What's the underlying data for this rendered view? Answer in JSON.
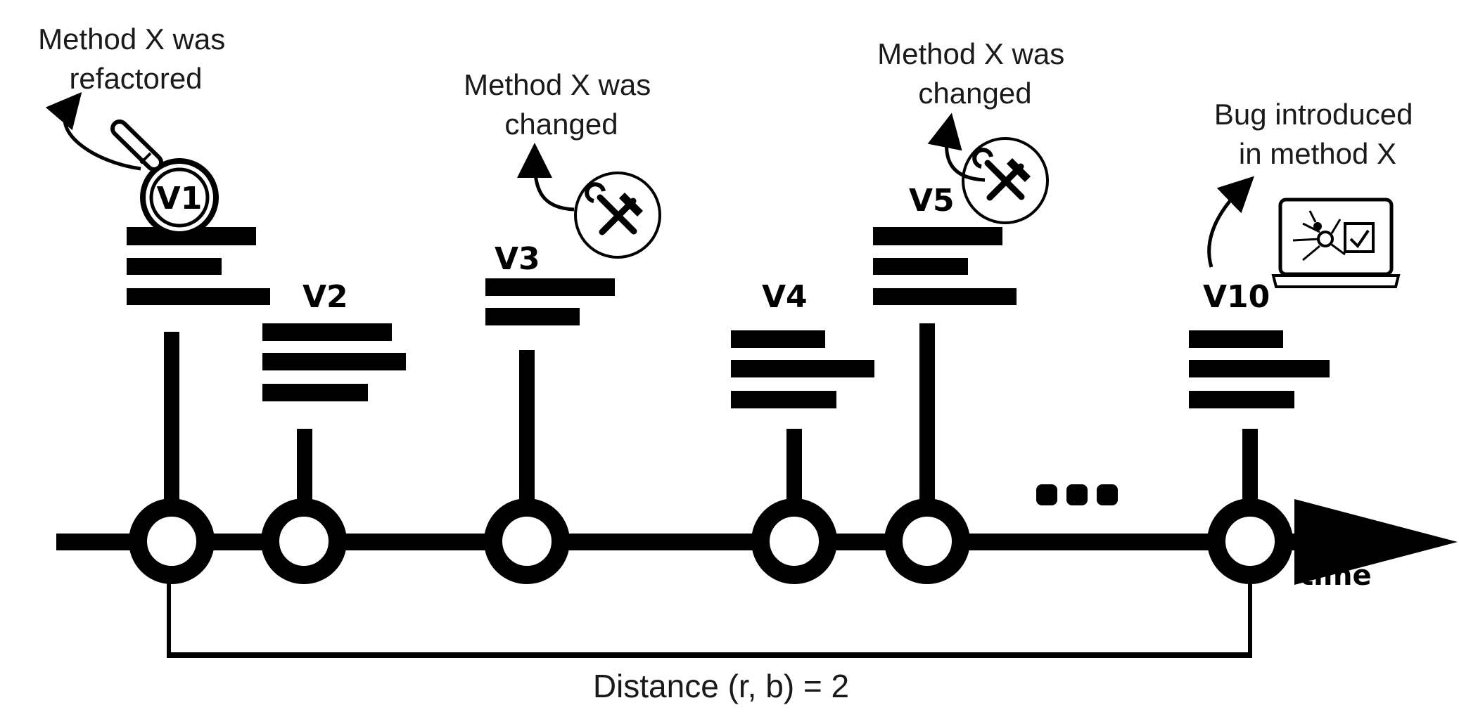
{
  "annotations": {
    "v1_refactored": [
      "Method X was",
      "refactored"
    ],
    "v3_changed": [
      "Method X was",
      "changed"
    ],
    "v5_changed": [
      "Method X was",
      "changed"
    ],
    "v10_bug": [
      "Bug introduced",
      "in method X"
    ]
  },
  "versions": {
    "v1": "V1",
    "v2": "V2",
    "v3": "V3",
    "v4": "V4",
    "v5": "V5",
    "v10": "V10"
  },
  "axis": {
    "label": "time"
  },
  "distance": {
    "label": "Distance (r, b) = 2"
  },
  "icons": {
    "refactor": "magnifier-icon",
    "change": "tools-icon",
    "bug": "laptop-bug-icon"
  },
  "colors": {
    "ink": "#000000",
    "text": "#1a1a1a",
    "background": "#ffffff"
  }
}
